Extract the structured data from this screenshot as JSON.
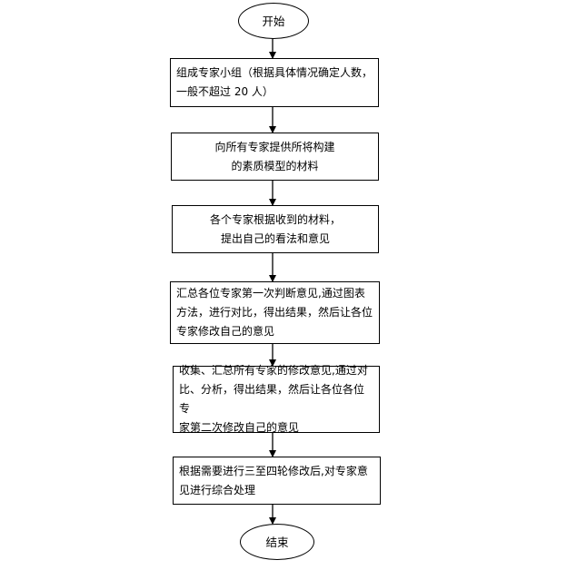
{
  "flowchart": {
    "start": "开始",
    "end": "结束",
    "steps": [
      "组成专家小组（根据具体情况确定人数，\n一般不超过 20 人）",
      "向所有专家提供所将构建\n的素质模型的材料",
      "各个专家根据收到的材料，\n提出自己的看法和意见",
      "汇总各位专家第一次判断意见,通过图表\n方法，进行对比，得出结果，然后让各位\n专家修改自己的意见",
      "收集、汇总所有专家的修改意见,通过对\n比、分析，得出结果，然后让各位各位专\n家第二次修改自己的意见",
      "根据需要进行三至四轮修改后,对专家意\n见进行综合处理"
    ]
  }
}
